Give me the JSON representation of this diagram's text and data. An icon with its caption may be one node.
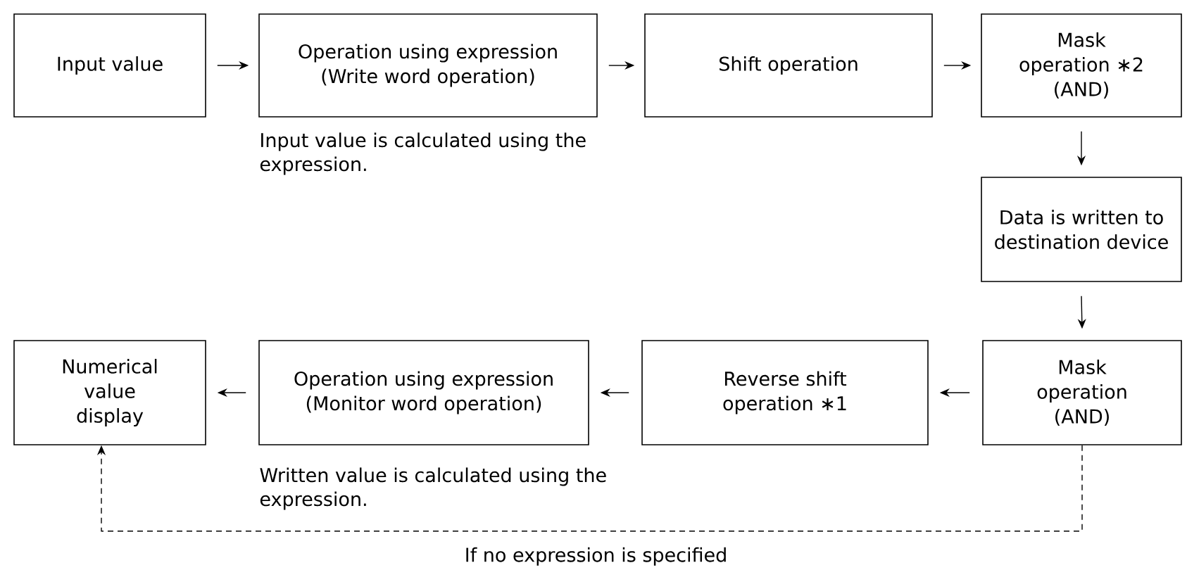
{
  "diagram": {
    "nodes": [
      {
        "text": [
          "Input value"
        ]
      },
      {
        "text": [
          "Operation using expression",
          "(Write word operation)"
        ],
        "beside": [
          "Input value is calculated using the expression."
        ]
      },
      {
        "text": [
          "Shift operation"
        ]
      },
      {
        "text": [
          "Mask operation ∗2",
          "(AND)"
        ]
      },
      {
        "text": [
          "Data is written to destination device"
        ]
      },
      {
        "text": [
          "Mask operation",
          "(AND)"
        ]
      },
      {
        "text": [
          "Reverse shift operation ∗1"
        ]
      },
      {
        "text": [
          "Operation using expression",
          "(Monitor word operation)"
        ],
        "beside": [
          "Written value is calculated using the expression."
        ]
      },
      {
        "text": [
          "Numerical value display"
        ]
      }
    ],
    "edges": [
      {
        "from": 0,
        "to": 1,
        "arrow": "to"
      },
      {
        "from": 1,
        "to": 2,
        "arrow": "to"
      },
      {
        "from": 2,
        "to": 3,
        "arrow": "to"
      },
      {
        "from": 3,
        "to": 4,
        "arrow": "to"
      },
      {
        "from": 4,
        "to": 5,
        "arrow": "to"
      },
      {
        "from": 5,
        "to": 6,
        "arrow": "to"
      },
      {
        "from": 6,
        "to": 7,
        "arrow": "to"
      },
      {
        "from": 7,
        "to": 8,
        "arrow": "to"
      },
      {
        "from": 5,
        "to": 8,
        "arrow": "to",
        "style": "dashed",
        "label": "If no expression is specified"
      }
    ]
  }
}
